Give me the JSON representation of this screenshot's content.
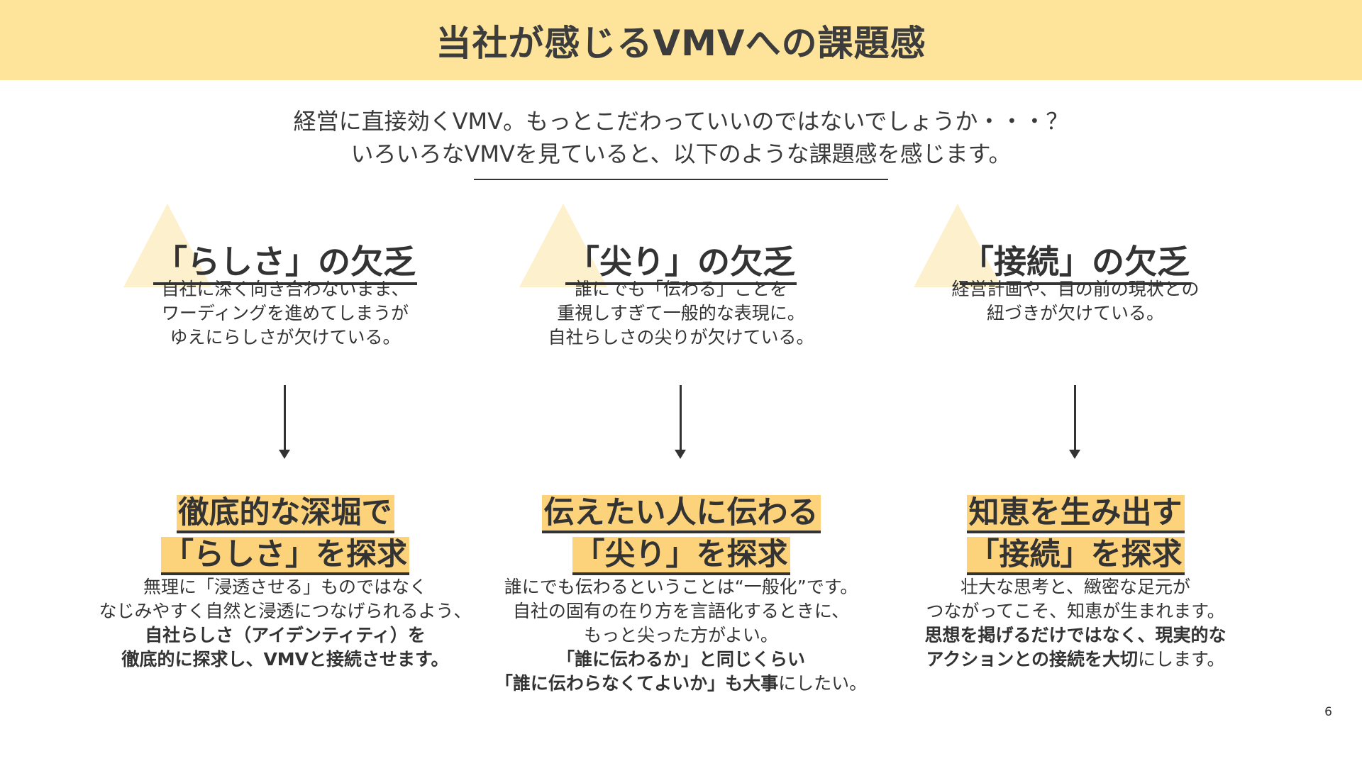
{
  "title": "当社が感じるVMVへの課題感",
  "intro": {
    "line1": "経営に直接効くVMV。もっとこだわっていいのではないでしょうか・・・？",
    "line2": "いろいろなVMVを見ていると、以下のような課題感を感じます。"
  },
  "columns": [
    {
      "issue_title": "「らしさ」の欠乏",
      "issue_lines": [
        "自社に深く向き合わないまま、",
        "ワーディングを進めてしまうが",
        "ゆえにらしさが欠けている。"
      ],
      "solution_lines": [
        "徹底的な深堀で",
        "「らしさ」を探求"
      ],
      "desc": {
        "normal": [
          "無理に「浸透させる」ものではなく",
          "なじみやすく自然と浸透につなげられるよう、"
        ],
        "bold": [
          "自社らしさ（アイデンティティ）を",
          "徹底的に探求し、VMVと接続させます。"
        ]
      }
    },
    {
      "issue_title": "「尖り」の欠乏",
      "issue_lines": [
        "誰にでも「伝わる」ことを",
        "重視しすぎて一般的な表現に。",
        "自社らしさの尖りが欠けている。"
      ],
      "solution_lines": [
        "伝えたい人に伝わる",
        "「尖り」を探求"
      ],
      "desc": {
        "normal": [
          "誰にでも伝わるということは“一般化”です。",
          "自社の固有の在り方を言語化するときに、",
          "もっと尖った方がよい。"
        ],
        "bold_line": "「誰に伝わるか」と同じくらい",
        "mixed_bold": "「誰に伝わらなくてよいか」も大事",
        "mixed_normal": "にしたい。"
      }
    },
    {
      "issue_title": "「接続」の欠乏",
      "issue_lines": [
        "経営計画や、目の前の現状との",
        "紐づきが欠けている。"
      ],
      "solution_lines": [
        "知恵を生み出す",
        "「接続」を探求"
      ],
      "desc": {
        "normal": [
          "壮大な思考と、緻密な足元が",
          "つながってこそ、知恵が生まれます。"
        ],
        "bold_line": "思想を掲げるだけではなく、現実的な",
        "mixed_bold": "アクションとの接続を大切",
        "mixed_normal": "にします。"
      }
    }
  ],
  "page_number": "6",
  "colors": {
    "title_band": "#fde49a",
    "highlight": "#fcd27a",
    "triangle": "#fdf0cc",
    "text": "#333333"
  }
}
